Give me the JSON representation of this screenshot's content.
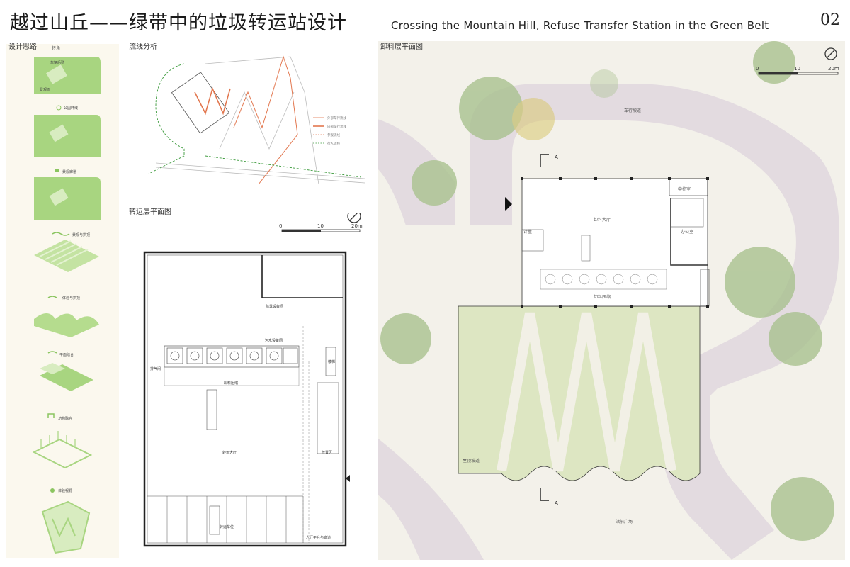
{
  "header": {
    "title_cn": "越过山丘——绿带中的垃圾转运站设计",
    "title_en": "Crossing the Mountain Hill, Refuse Transfer Station in the Green Belt",
    "page_number": "02"
  },
  "design_ideas": {
    "heading": "设计思路",
    "steps": [
      {
        "caption": "转角",
        "labels": [
          "车辆后勤",
          "景观面"
        ]
      },
      {
        "caption": "公园环线"
      },
      {
        "caption": "景观廊道"
      },
      {
        "caption": "景观与拱顶"
      },
      {
        "caption": "体验与拱顶"
      },
      {
        "caption": "平面结合"
      },
      {
        "caption": "功构融合"
      },
      {
        "caption": "体验视野"
      }
    ]
  },
  "flow_analysis": {
    "heading": "流线分析",
    "legend": [
      "外部车行流线",
      "内部车行流线",
      "参观流线",
      "行人流线"
    ]
  },
  "transfer_plan": {
    "heading": "转运层平面图",
    "scale": [
      "0",
      "10",
      "20m"
    ],
    "rooms": [
      "除臭设备间",
      "污水设备间",
      "排气间",
      "卸料压缩",
      "楼梯",
      "转运大厅",
      "放置区",
      "转运车位",
      "人行平台与廊道"
    ]
  },
  "unload_plan": {
    "heading": "卸料层平面图",
    "scale": [
      "0",
      "10",
      "20m"
    ],
    "section_mark": "A",
    "rooms": [
      "卸料大厅",
      "中控室",
      "办公室",
      "计量",
      "卸料压缩",
      "车行坡道",
      "屋顶坡道",
      "站前广场"
    ]
  },
  "colors": {
    "green": "#a8d580",
    "pale_green": "#d8ecc0",
    "orange": "#e2774f",
    "road": "#e3dbe0",
    "tree": "#a9c28f"
  }
}
